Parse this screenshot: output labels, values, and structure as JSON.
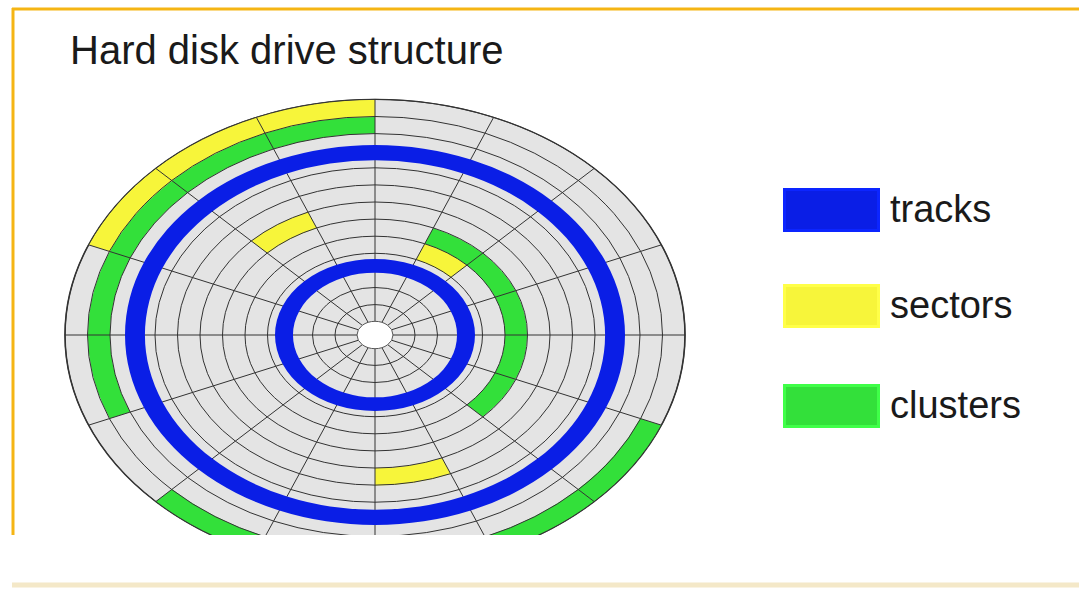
{
  "diagram": {
    "title": "Hard disk drive structure",
    "legend": [
      {
        "text": "tracks",
        "color": "#0a1ee6"
      },
      {
        "text": "sectors",
        "color": "#f7f53a"
      },
      {
        "text": "clusters",
        "color": "#33e03a"
      }
    ]
  }
}
